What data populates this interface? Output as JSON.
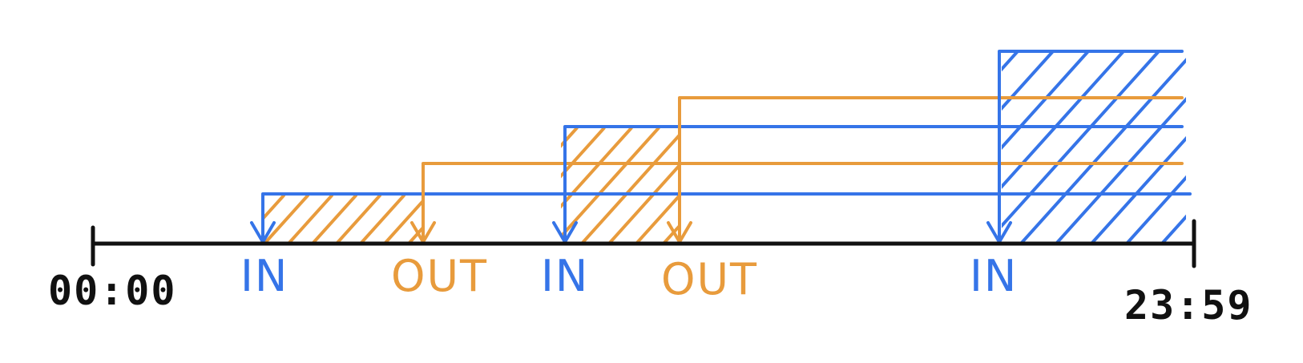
{
  "colors": {
    "in": "#3574E8",
    "out": "#E89B3C",
    "axis": "#111111",
    "background": "#FFFFFF"
  },
  "axis": {
    "start_label": "00:00",
    "end_label": "23:59"
  },
  "events": [
    {
      "type": "in",
      "label": "IN"
    },
    {
      "type": "out",
      "label": "OUT"
    },
    {
      "type": "in",
      "label": "IN"
    },
    {
      "type": "out",
      "label": "OUT"
    },
    {
      "type": "in",
      "label": "IN"
    }
  ]
}
